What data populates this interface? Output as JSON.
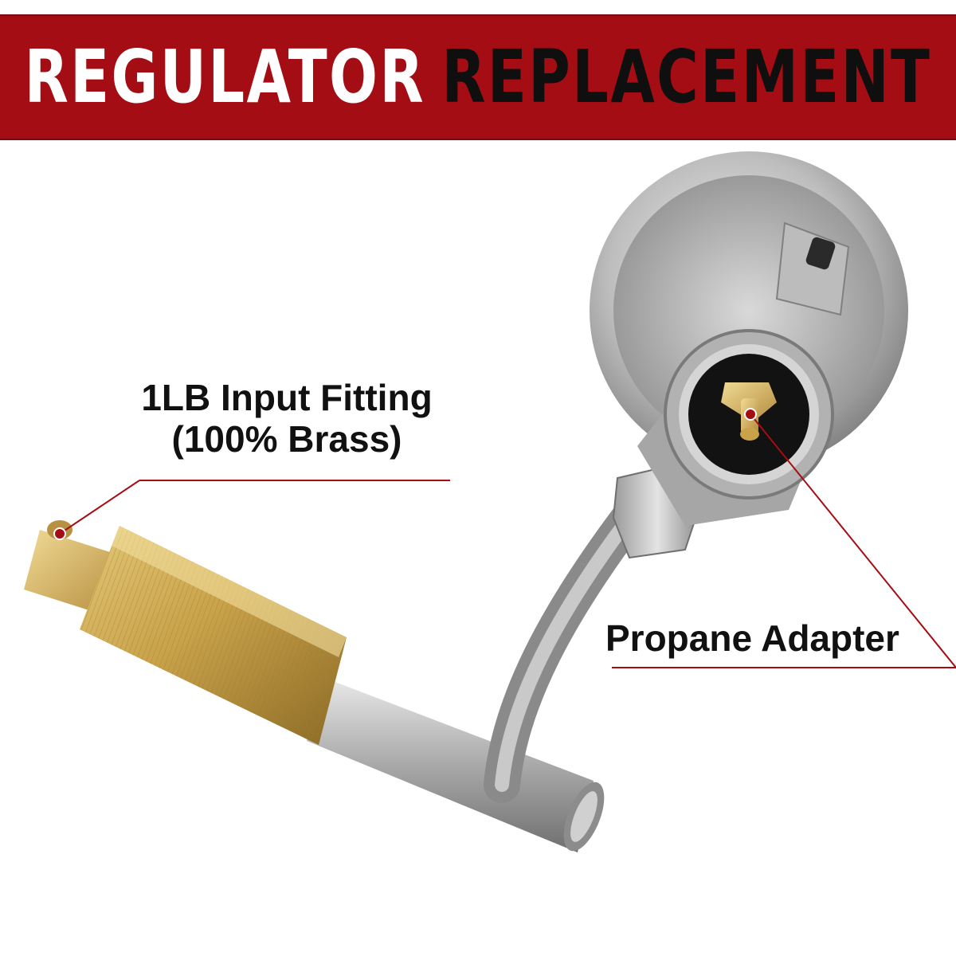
{
  "banner": {
    "title_part1": "REGULATOR",
    "title_part2": "REPLACEMENT",
    "background_color": "#a50d14",
    "part1_color": "#ffffff",
    "part2_color": "#0f0f0f"
  },
  "callouts": {
    "input_fitting": {
      "line1": "1LB Input Fitting",
      "line2": "(100% Brass)"
    },
    "propane_adapter": {
      "label": "Propane Adapter"
    },
    "marker_color": "#a50d14"
  },
  "product": {
    "image_name": "propane-regulator-adapter",
    "brass_color": "#c9a24a",
    "steel_color": "#b8b8b8"
  }
}
